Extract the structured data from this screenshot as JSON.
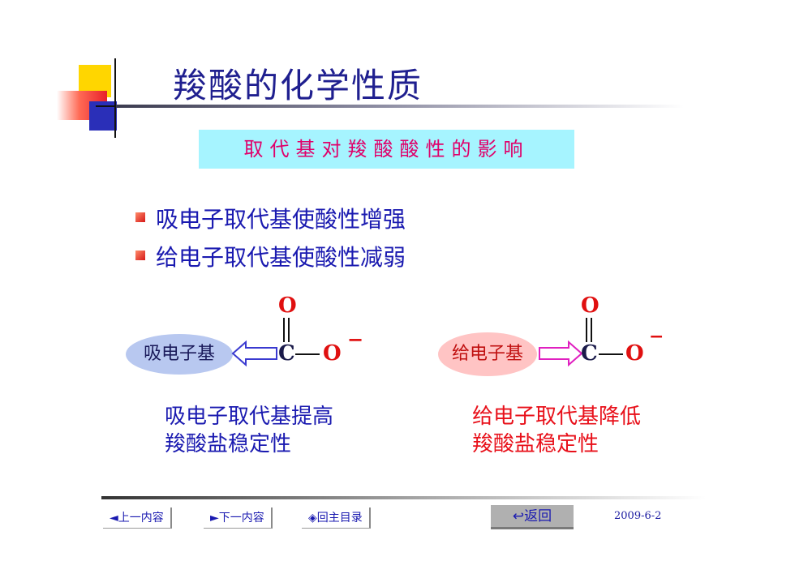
{
  "title": "羧酸的化学性质",
  "banner": "取代基对羧酸酸性的影响",
  "bullets": [
    "吸电子取代基使酸性增强",
    "给电子取代基使酸性减弱"
  ],
  "diagram_left": {
    "group_label": "吸电子基",
    "carbon": "C",
    "oxygen_top": "O",
    "oxygen_right": "O",
    "charge": "−",
    "description_lines": [
      "吸电子取代基提高",
      "羧酸盐稳定性"
    ]
  },
  "diagram_right": {
    "group_label": "给电子基",
    "carbon": "C",
    "oxygen_top": "O",
    "oxygen_right": "O",
    "charge": "−",
    "description_lines": [
      "给电子取代基降低",
      "羧酸盐稳定性"
    ]
  },
  "nav": {
    "prev": "◄上一内容",
    "next": "►下一内容",
    "toc": "◈回主目录",
    "back": "↩返回"
  },
  "date": "2009-6-2",
  "colors": {
    "title": "#1f1f8f",
    "banner_bg": "#a6f4ff",
    "banner_text": "#e0006a",
    "bullet_text": "#1a1ab0",
    "red_text": "#e8101a"
  }
}
